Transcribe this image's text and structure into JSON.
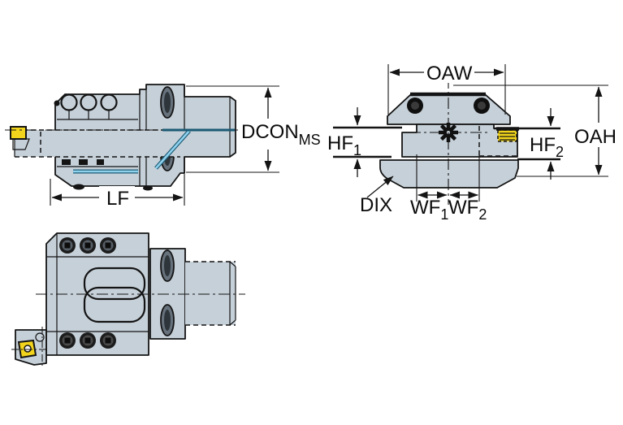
{
  "figure": {
    "type": "engineering-drawing",
    "description": "Three orthographic views of a turret tool holder with cutting insert and dimension callouts",
    "colors": {
      "background": "#ffffff",
      "body_fill": "#c6d0d8",
      "body_shade": "#66717b",
      "slot_inner": "#2e353b",
      "outline": "#141414",
      "insert_yellow": "#f2d41c",
      "coolant_blue": "#8fd2ee",
      "coolant_dark": "#1b5a74",
      "clamp_light": "#e6ebee",
      "screw_dark": "#141414"
    },
    "labels": {
      "dcon": {
        "main": "DCON",
        "sub": "MS"
      },
      "lf": {
        "main": "LF",
        "sub": ""
      },
      "oaw": {
        "main": "OAW",
        "sub": ""
      },
      "oah": {
        "main": "OAH",
        "sub": ""
      },
      "hf1": {
        "main": "HF",
        "sub": "1"
      },
      "hf2": {
        "main": "HF",
        "sub": "2"
      },
      "dix": {
        "main": "DIX",
        "sub": ""
      },
      "wf1": {
        "main": "WF",
        "sub": "1"
      },
      "wf2": {
        "main": "WF",
        "sub": "2"
      }
    }
  }
}
